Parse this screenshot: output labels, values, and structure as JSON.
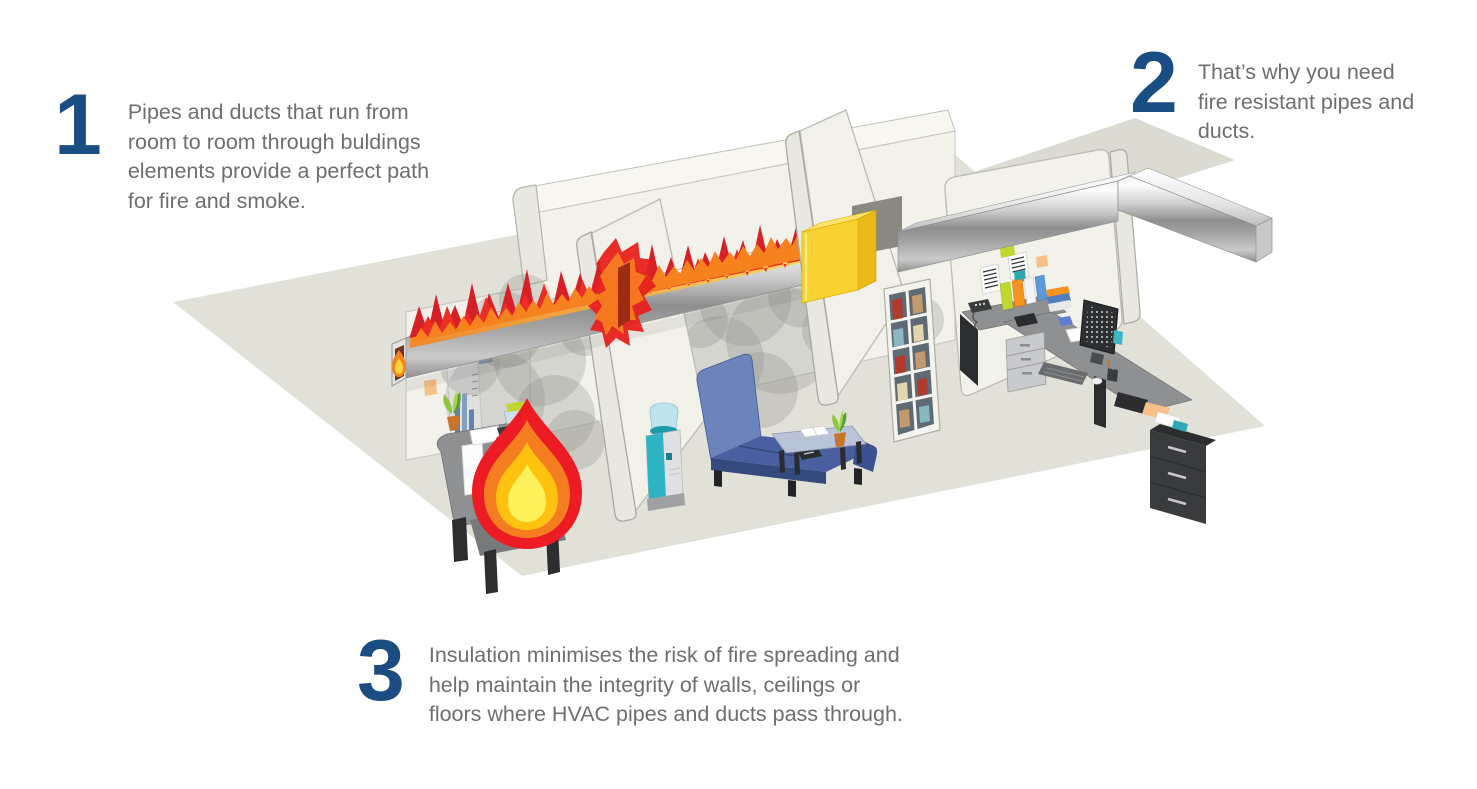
{
  "steps": [
    {
      "number": "1",
      "lines": [
        "Pipes and ducts that run from",
        "room to room through buldings",
        "elements provide a perfect path",
        "for fire and smoke."
      ]
    },
    {
      "number": "2",
      "lines": [
        "That’s why you need",
        "fire resistant pipes and",
        "ducts."
      ]
    },
    {
      "number": "3",
      "lines": [
        "Insulation minimises the risk of fire spreading and",
        "help maintain the integrity of walls, ceilings or",
        "floors where HVAC pipes and ducts pass through."
      ]
    }
  ],
  "colors": {
    "step_number_blue": "#1a4d82",
    "body_text_gray": "#6d6e70",
    "fire_dark_red": "#d71f26",
    "fire_red": "#ee2d24",
    "fire_orange": "#f6821f",
    "fire_yellow": "#ffc20e",
    "insulation_yellow": "#f9d232",
    "duct_silver": "#b5b5b5",
    "floor_beige": "#e2e1d7",
    "wall_white": "#f2f1ea",
    "sofa_blue": "#4a5f9f",
    "cooler_teal": "#2fb4c4"
  },
  "illustration": {
    "objects": [
      "office-floor",
      "back-wall",
      "partition-wall-1",
      "partition-wall-2",
      "partition-wall-3",
      "hvac-duct",
      "duct-fire-flames",
      "wall-penetration-flames",
      "fire-insulation-sleeve",
      "large-flame",
      "smoke-cloud-room-1",
      "smoke-cloud-room-2",
      "reception-desk",
      "water-cooler",
      "wall-charts",
      "sofa",
      "coffee-table",
      "bookshelf",
      "office-desk",
      "desk-monitor",
      "wall-notes"
    ]
  }
}
